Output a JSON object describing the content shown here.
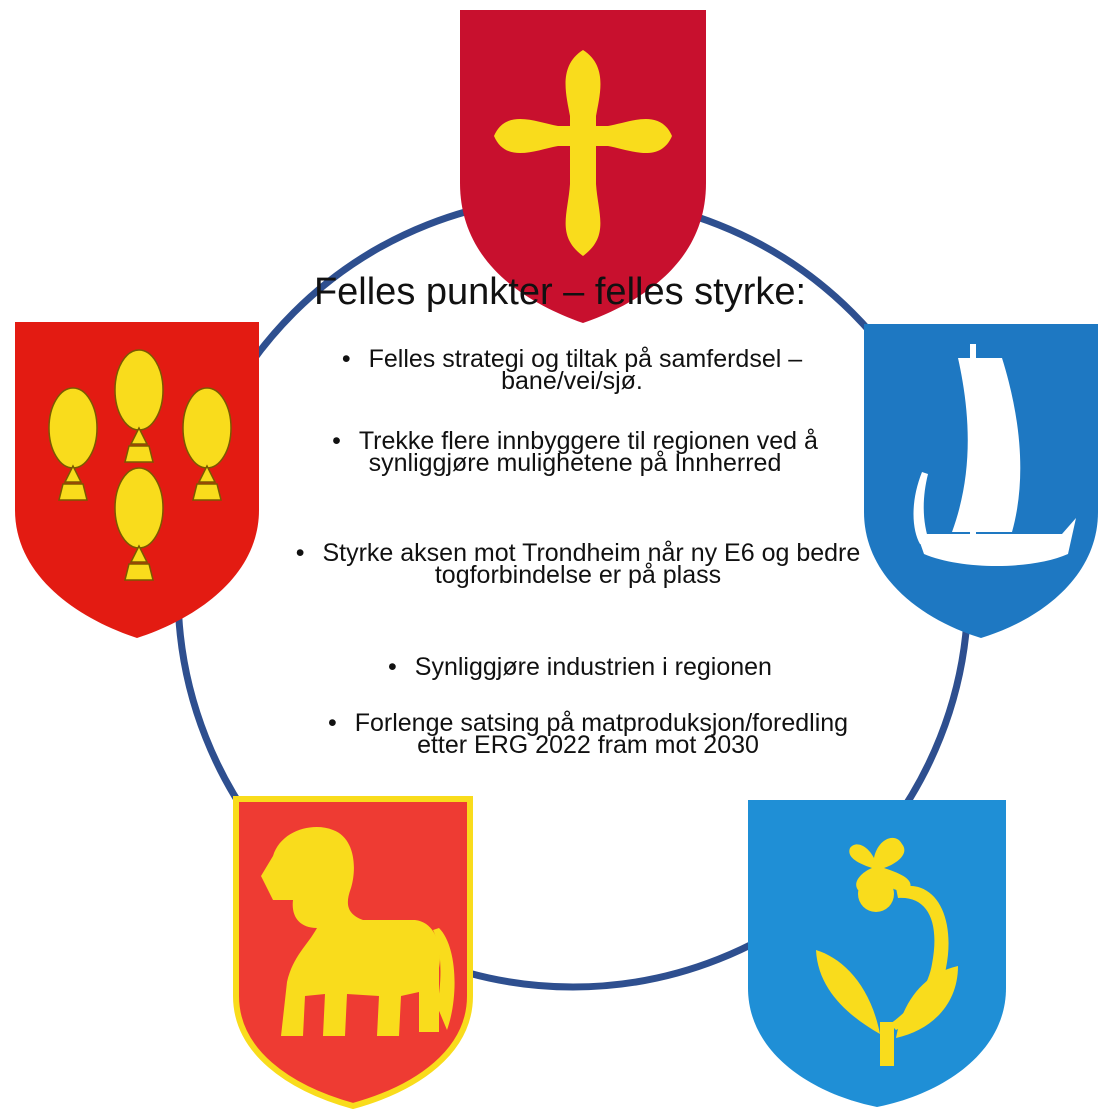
{
  "slide": {
    "title": "Felles punkter – felles styrke:",
    "bullets": [
      {
        "bullet": "•",
        "text": "Felles strategi og tiltak på samferdsel – bane/vei/sjø."
      },
      {
        "bullet": "•",
        "text": "Trekke flere innbyggere til regionen ved å synliggjøre mulighetene på Innherred"
      },
      {
        "bullet": "•",
        "text": "Styrke aksen mot Trondheim når ny E6 og bedre togforbindelse er på plass"
      },
      {
        "bullet": "•",
        "text": "Synliggjøre industrien i regionen"
      },
      {
        "bullet": "•",
        "text": "Forlenge satsing på matproduksjon/foredling etter ERG 2022 fram mot 2030"
      }
    ]
  },
  "colors": {
    "ring": "#2e4f8f",
    "cross_shield": "#c8102e",
    "fish_shield": "#e31b12",
    "ship_shield": "#1e78c2",
    "horse_shield": "#ee3b33",
    "flower_shield": "#1f8fd6",
    "charge_yellow": "#f9dc1c"
  },
  "emblems": [
    "cross-shield-icon",
    "fish-shield-icon",
    "ship-shield-icon",
    "horse-shield-icon",
    "flower-shield-icon"
  ]
}
